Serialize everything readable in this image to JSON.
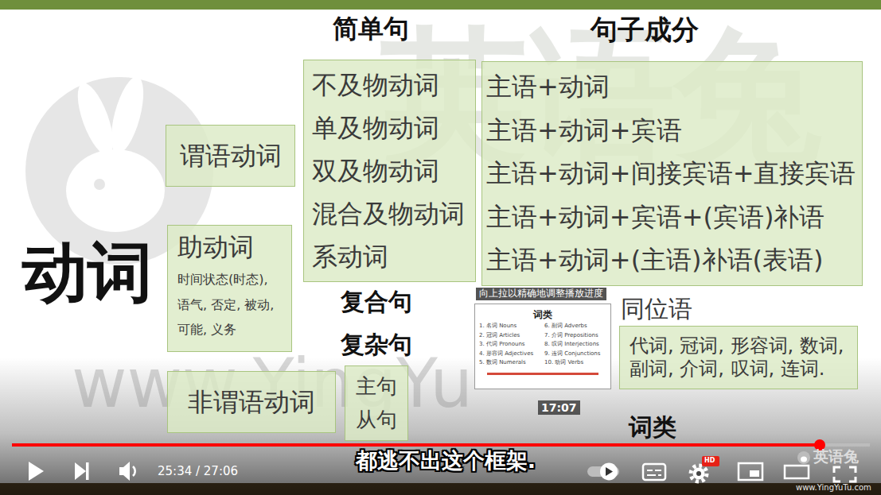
{
  "diagram": {
    "nodes": [
      {
        "text": [
          "不及物动词",
          "单及物动词",
          "双及物动词",
          "混合及物动词",
          "系动词"
        ]
      },
      {
        "text": [
          "主语+动词",
          "主语+动词+宾语",
          "主语+动词+间接宾语+直接宾语",
          "主语+动词+宾语+(宾语)补语",
          "主语+动词+(主语)补语(表语)"
        ]
      },
      {
        "text": [
          "谓语动词"
        ]
      },
      {
        "text": [
          "助动词",
          "时间状态(时态), 语气, 否定, 被动, 可能, 义务"
        ]
      },
      {
        "text": [
          "非谓语动词"
        ]
      },
      {
        "text": [
          "主句",
          "从句"
        ]
      },
      {
        "text": [
          "词类",
          "1. 名词 Nouns",
          "2. 冠词 Articles",
          "3. 代词 Pronouns",
          "4. 形容词 Adjectives",
          "5. 数词 Numerals",
          "6. 副词 Adverbs",
          "7. 介词 Prepositions",
          "8. 叹词 Interjections",
          "9. 连词 Conjunctions",
          "10. 动词 Verbs"
        ]
      },
      {
        "text": [
          "代词, 冠词, 形容词, 数词, 副词, 介词, 叹词, 连词."
        ]
      }
    ],
    "labels": [
      "简单句",
      "句子成分",
      "动词",
      "复合句",
      "复杂句",
      "同位语",
      "词类",
      "英语兔",
      "www.YingYu",
      "向上拉以精确地调整播放进度",
      "17:07",
      "25:34 / 27:06",
      "都逃不出这个框架.",
      "HD",
      "英语兔",
      "www.YingYuTu.com"
    ]
  }
}
